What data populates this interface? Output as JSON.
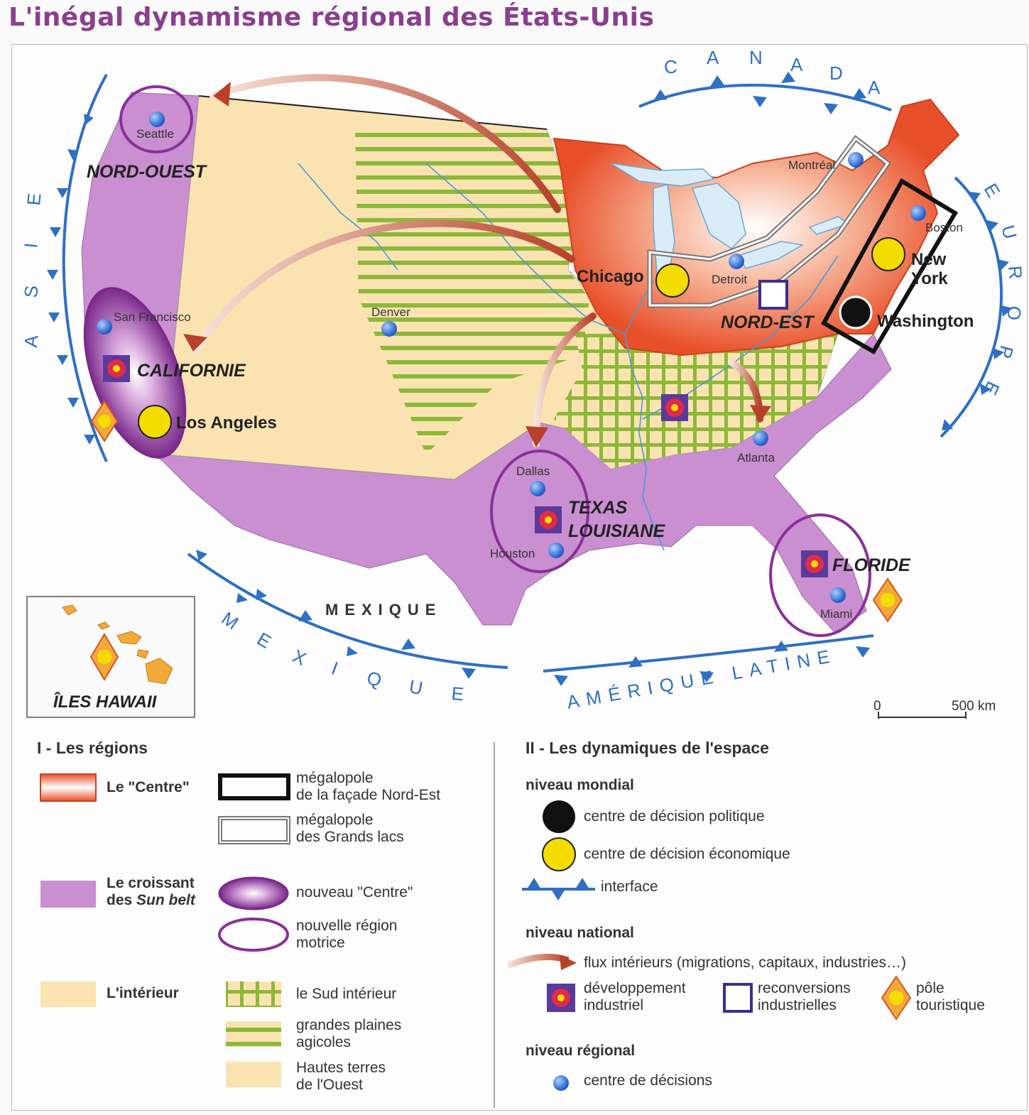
{
  "title": "L'inégal dynamisme régional des États-Unis",
  "map": {
    "neighbors": {
      "canada": "CANADA",
      "asie": "ASIE",
      "europe": "EUROPE",
      "mexique_inner": "MEXIQUE",
      "mexique_outer": "MEXIQUE",
      "amerique_latine": "AMÉRIQUE LATINE"
    },
    "regions": {
      "nord_ouest": "NORD-OUEST",
      "californie": "CALIFORNIE",
      "nord_est": "NORD-EST",
      "texas": "TEXAS",
      "louisiane": "LOUISIANE",
      "floride": "FLORIDE"
    },
    "cities": {
      "seattle": "Seattle",
      "san_francisco": "San Francisco",
      "los_angeles": "Los Angeles",
      "denver": "Denver",
      "chicago": "Chicago",
      "detroit": "Detroit",
      "montreal": "Montréal",
      "boston": "Boston",
      "new_york_1": "New",
      "new_york_2": "York",
      "washington": "Washington",
      "atlanta": "Atlanta",
      "dallas": "Dallas",
      "houston": "Houston",
      "miami": "Miami"
    },
    "inset_label": "ÎLES HAWAII",
    "scale_zero": "0",
    "scale_label": "500 km"
  },
  "legend": {
    "section1": "I - Les régions",
    "centre": "Le \"Centre\"",
    "megalopole_ne_1": "mégalopole",
    "megalopole_ne_2": "de la façade Nord-Est",
    "megalopole_gl_1": "mégalopole",
    "megalopole_gl_2": "des Grands lacs",
    "croissant_1": "Le croissant",
    "croissant_2a": "des ",
    "croissant_2b": "Sun belt",
    "nouveau_centre": "nouveau \"Centre\"",
    "nouvelle_region_1": "nouvelle région",
    "nouvelle_region_2": "motrice",
    "interieur": "L'intérieur",
    "sud_interieur": "le Sud intérieur",
    "grandes_plaines_1": "grandes plaines",
    "grandes_plaines_2": "agicoles",
    "hautes_terres_1": "Hautes terres",
    "hautes_terres_2": "de l'Ouest",
    "section2": "II - Les dynamiques de l'espace",
    "niveau_mondial": "niveau mondial",
    "decision_politique": "centre de décision politique",
    "decision_economique": "centre de décision économique",
    "interface": "interface",
    "niveau_national": "niveau national",
    "flux": "flux intérieurs (migrations, capitaux, industries…)",
    "dev_1": "développement",
    "dev_2": "industriel",
    "recon_1": "reconversions",
    "recon_2": "industrielles",
    "pole_1": "pôle",
    "pole_2": "touristique",
    "niveau_regional": "niveau régional",
    "centre_decisions": "centre de décisions"
  },
  "colors": {
    "title": "#8a3f8f",
    "sunbelt": "#c98fd0",
    "interior": "#fae3b0",
    "centre": "#e8502a",
    "interface": "#2f6fc4",
    "circle": "#8a2f9a",
    "stripe": "#8db83a",
    "eco": "#f5dc00"
  }
}
